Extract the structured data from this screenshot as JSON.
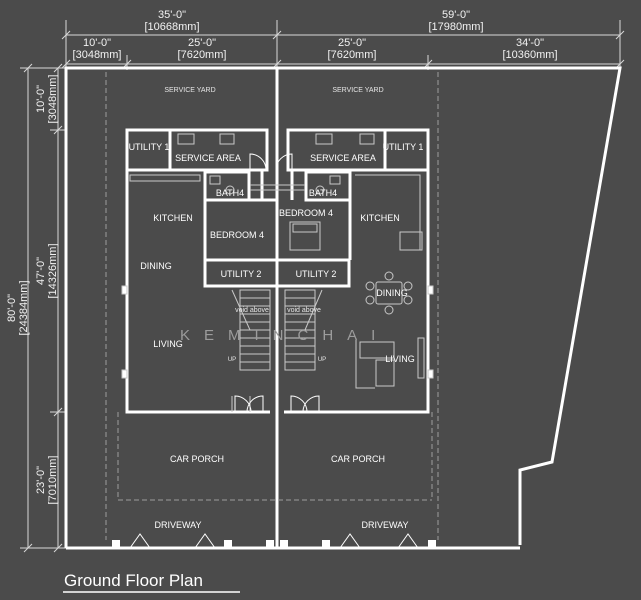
{
  "title": "Ground Floor Plan",
  "watermark": "KEMINCHAI",
  "colors": {
    "background": "#4b4b4b",
    "line": "#ffffff",
    "fine_line": "#c8c8c8"
  },
  "dimensions": {
    "top_left_overall": {
      "ft": "35'-0\"",
      "mm": "[10668mm]"
    },
    "top_right_overall": {
      "ft": "59'-0\"",
      "mm": "[17980mm]"
    },
    "top_seg1": {
      "ft": "10'-0\"",
      "mm": "[3048mm]"
    },
    "top_seg2": {
      "ft": "25'-0\"",
      "mm": "[7620mm]"
    },
    "top_seg3": {
      "ft": "25'-0\"",
      "mm": "[7620mm]"
    },
    "top_seg4": {
      "ft": "34'-0\"",
      "mm": "[10360mm]"
    },
    "left_overall": {
      "ft": "80'-0\"",
      "mm": "[24384mm]"
    },
    "left_seg1": {
      "ft": "10'-0\"",
      "mm": "[3048mm]"
    },
    "left_seg2": {
      "ft": "47'-0\"",
      "mm": "[14326mm]"
    },
    "left_seg3": {
      "ft": "23'-0\"",
      "mm": "[7010mm]"
    }
  },
  "rooms": {
    "service_yard_left": "SERVICE YARD",
    "service_yard_right": "SERVICE YARD",
    "utility1_left": "UTILITY 1",
    "service_area_left": "SERVICE AREA",
    "service_area_right": "SERVICE AREA",
    "utility1_right": "UTILITY 1",
    "bath4_left": "BATH4",
    "bath4_right": "BATH4",
    "kitchen_left": "KITCHEN",
    "bedroom4_left": "BEDROOM 4",
    "bedroom4_right": "BEDROOM 4",
    "kitchen_right": "KITCHEN",
    "dining_left": "DINING",
    "utility2_left": "UTILITY 2",
    "utility2_right": "UTILITY 2",
    "dining_right": "DINING",
    "void_left": "void above",
    "void_right": "void above",
    "living_left": "LIVING",
    "living_right": "LIVING",
    "up_left": "UP",
    "up_right": "UP",
    "car_porch_left": "CAR PORCH",
    "car_porch_right": "CAR PORCH",
    "driveway_left": "DRIVEWAY",
    "driveway_right": "DRIVEWAY"
  }
}
